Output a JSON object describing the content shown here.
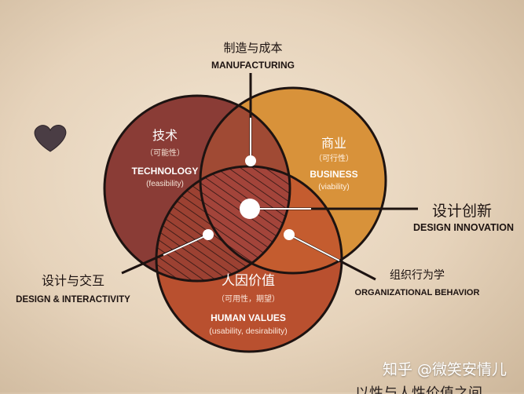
{
  "colors": {
    "technology_fill": "#8a3c36",
    "business_fill": "#d8923a",
    "human_fill": "#b9502f",
    "outline": "#1d1311",
    "heart": "#4a3d44",
    "background": "#ecdcc6"
  },
  "top_partial_text": "",
  "manufacturing": {
    "cn": "制造与成本",
    "en": "MANUFACTURING"
  },
  "technology": {
    "cn": "技术",
    "cn_sub": "（可能性）",
    "en": "TECHNOLOGY",
    "en_sub": "(feasibility)"
  },
  "business": {
    "cn": "商业",
    "cn_sub": "（可行性）",
    "en": "BUSINESS",
    "en_sub": "(viability)"
  },
  "human": {
    "cn": "人因价值",
    "cn_sub": "（可用性，期望）",
    "en": "HUMAN VALUES",
    "en_sub": "(usability, desirability)"
  },
  "design_innovation": {
    "cn": "设计创新",
    "en": "DESIGN INNOVATION"
  },
  "design_interactivity": {
    "cn": "设计与交互",
    "en": "DESIGN & INTERACTIVITY"
  },
  "organizational_behavior": {
    "cn": "组织行为学",
    "en": "ORGANIZATIONAL BEHAVIOR"
  },
  "watermark": "知乎 @微笑安情儿",
  "bottom_partial_text": "以性与人性价值之间"
}
